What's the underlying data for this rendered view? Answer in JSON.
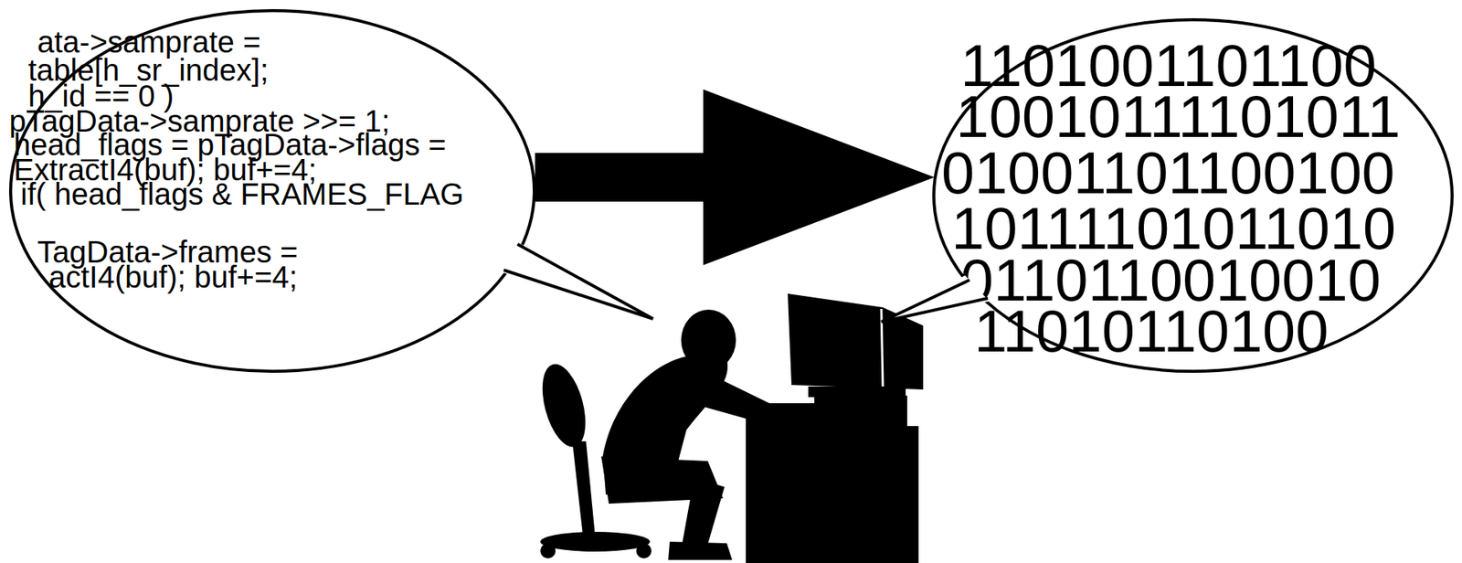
{
  "diagram": {
    "nodes": [
      {
        "text": [
          "ata->samprate =",
          "table[h_sr_index];",
          "h_id == 0 )",
          "pTagData->samprate >>= 1;",
          "head_flags = pTagData->flags =",
          "ExtractI4(buf); buf+=4;",
          "if( head_flags & FRAMES_FLAG",
          "TagData->frames =",
          "actI4(buf); buf+=4;"
        ]
      },
      {
        "text": [
          "1101001101100",
          "10010111101011",
          "01001101100100",
          "10111101011010",
          "0110110010010",
          "11010110100"
        ]
      }
    ],
    "edges": [
      {
        "from": 0,
        "to": 1,
        "arrow": "to"
      }
    ]
  }
}
